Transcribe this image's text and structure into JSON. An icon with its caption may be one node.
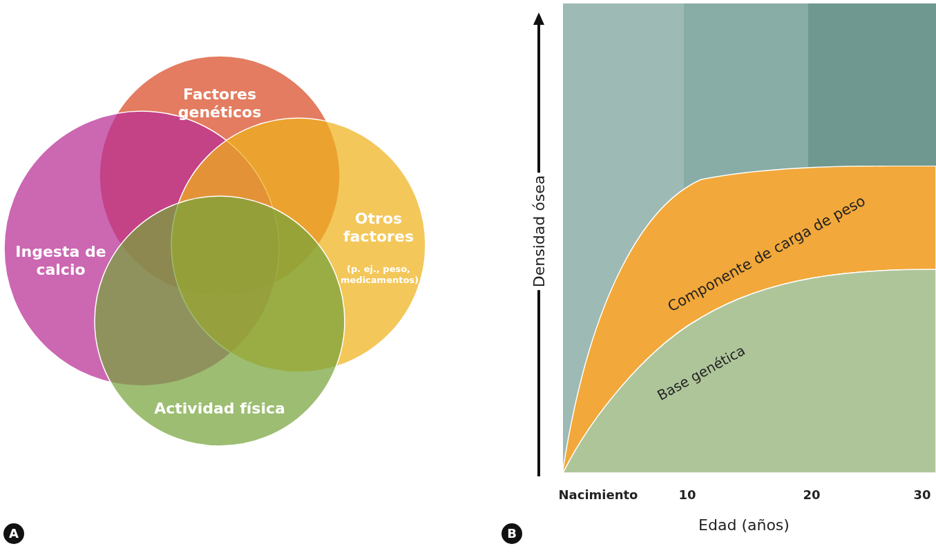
{
  "diagram": {
    "nodes": [
      {
        "text": [
          "Factores genéticos"
        ]
      },
      {
        "text": [
          "Ingesta de calcio"
        ]
      },
      {
        "text": [
          "Otros factores",
          "(p. ej., peso, medicamentos)"
        ]
      },
      {
        "text": [
          "Actividad física"
        ]
      },
      {
        "text": [
          "Componente de carga de peso"
        ]
      },
      {
        "text": [
          "Base genética"
        ]
      }
    ],
    "edges": [],
    "labels": [
      "Densidad ósea",
      "Nacimiento",
      "10",
      "20",
      "30",
      "Edad (años)",
      "A",
      "B"
    ]
  }
}
